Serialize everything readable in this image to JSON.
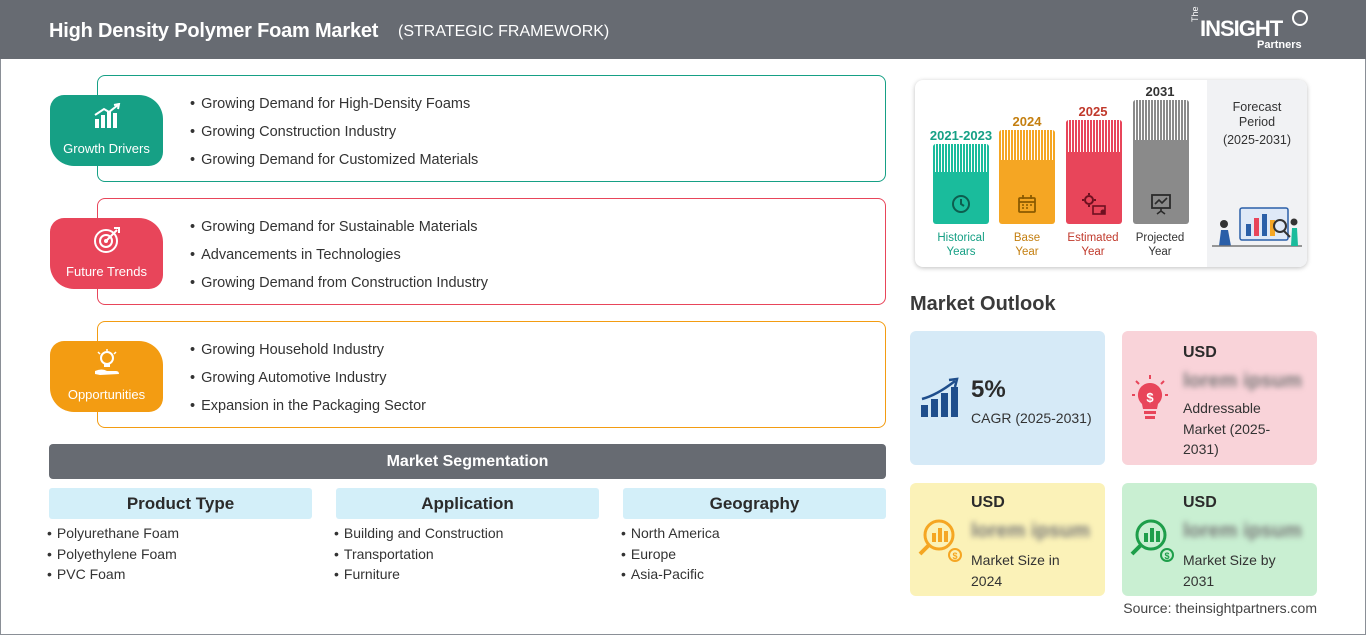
{
  "header": {
    "title": "High Density Polymer Foam Market",
    "subtitle": "(STRATEGIC FRAMEWORK)",
    "logo": {
      "the": "The",
      "name": "INSIGHT",
      "sub": "Partners"
    }
  },
  "framework": [
    {
      "label": "Growth Drivers",
      "color": "#16a085",
      "icon": "bar-growth-icon",
      "items": [
        "Growing Demand for High-Density Foams",
        "Growing Construction Industry",
        "Growing Demand for Customized Materials"
      ]
    },
    {
      "label": "Future Trends",
      "color": "#e8455a",
      "icon": "target-icon",
      "items": [
        "Growing Demand for Sustainable Materials",
        "Advancements in Technologies",
        "Growing Demand from Construction Industry"
      ]
    },
    {
      "label": "Opportunities",
      "color": "#f39c12",
      "icon": "lightbulb-hand-icon",
      "items": [
        "Growing Household Industry",
        "Growing Automotive Industry",
        "Expansion in the Packaging Sector"
      ]
    }
  ],
  "segmentation": {
    "title": "Market Segmentation",
    "columns": [
      {
        "head": "Product Type",
        "items": [
          "Polyurethane Foam",
          "Polyethylene Foam",
          "PVC Foam"
        ]
      },
      {
        "head": "Application",
        "items": [
          "Building and Construction",
          "Transportation",
          "Furniture"
        ]
      },
      {
        "head": "Geography",
        "items": [
          "North America",
          "Europe",
          "Asia-Pacific"
        ]
      }
    ]
  },
  "timeline": {
    "bars": [
      {
        "year": "2021-2023",
        "label1": "Historical",
        "label2": "Years",
        "color": "#1abc9c",
        "year_color": "#16a085"
      },
      {
        "year": "2024",
        "label1": "Base",
        "label2": "Year",
        "color": "#f5a623",
        "year_color": "#c47f10"
      },
      {
        "year": "2025",
        "label1": "Estimated",
        "label2": "Year",
        "color": "#e8455a",
        "year_color": "#c0392b"
      },
      {
        "year": "2031",
        "label1": "Projected",
        "label2": "Year",
        "color": "#8a8a8a",
        "year_color": "#333333"
      }
    ],
    "forecast": {
      "line1": "Forecast",
      "line2": "Period",
      "line3": "(2025-2031)"
    }
  },
  "outlook": {
    "title": "Market Outlook",
    "cagr": {
      "value": "5%",
      "label": "CAGR (2025-2031)",
      "bg": "#d6eaf7"
    },
    "addressable": {
      "usd": "USD",
      "value": "lorem ipsum",
      "line1": "Addressable",
      "line2": "Market (2025-",
      "line3": "2031)",
      "bg": "#f9d3d9"
    },
    "size2024": {
      "usd": "USD",
      "value": "lorem ipsum",
      "line1": "Market Size in",
      "line2": "2024",
      "bg": "#fbf2b8"
    },
    "size2031": {
      "usd": "USD",
      "value": "lorem ipsum",
      "line1": "Market Size by",
      "line2": "2031",
      "bg": "#c9efd2"
    }
  },
  "source": "Source: theinsightpartners.com"
}
